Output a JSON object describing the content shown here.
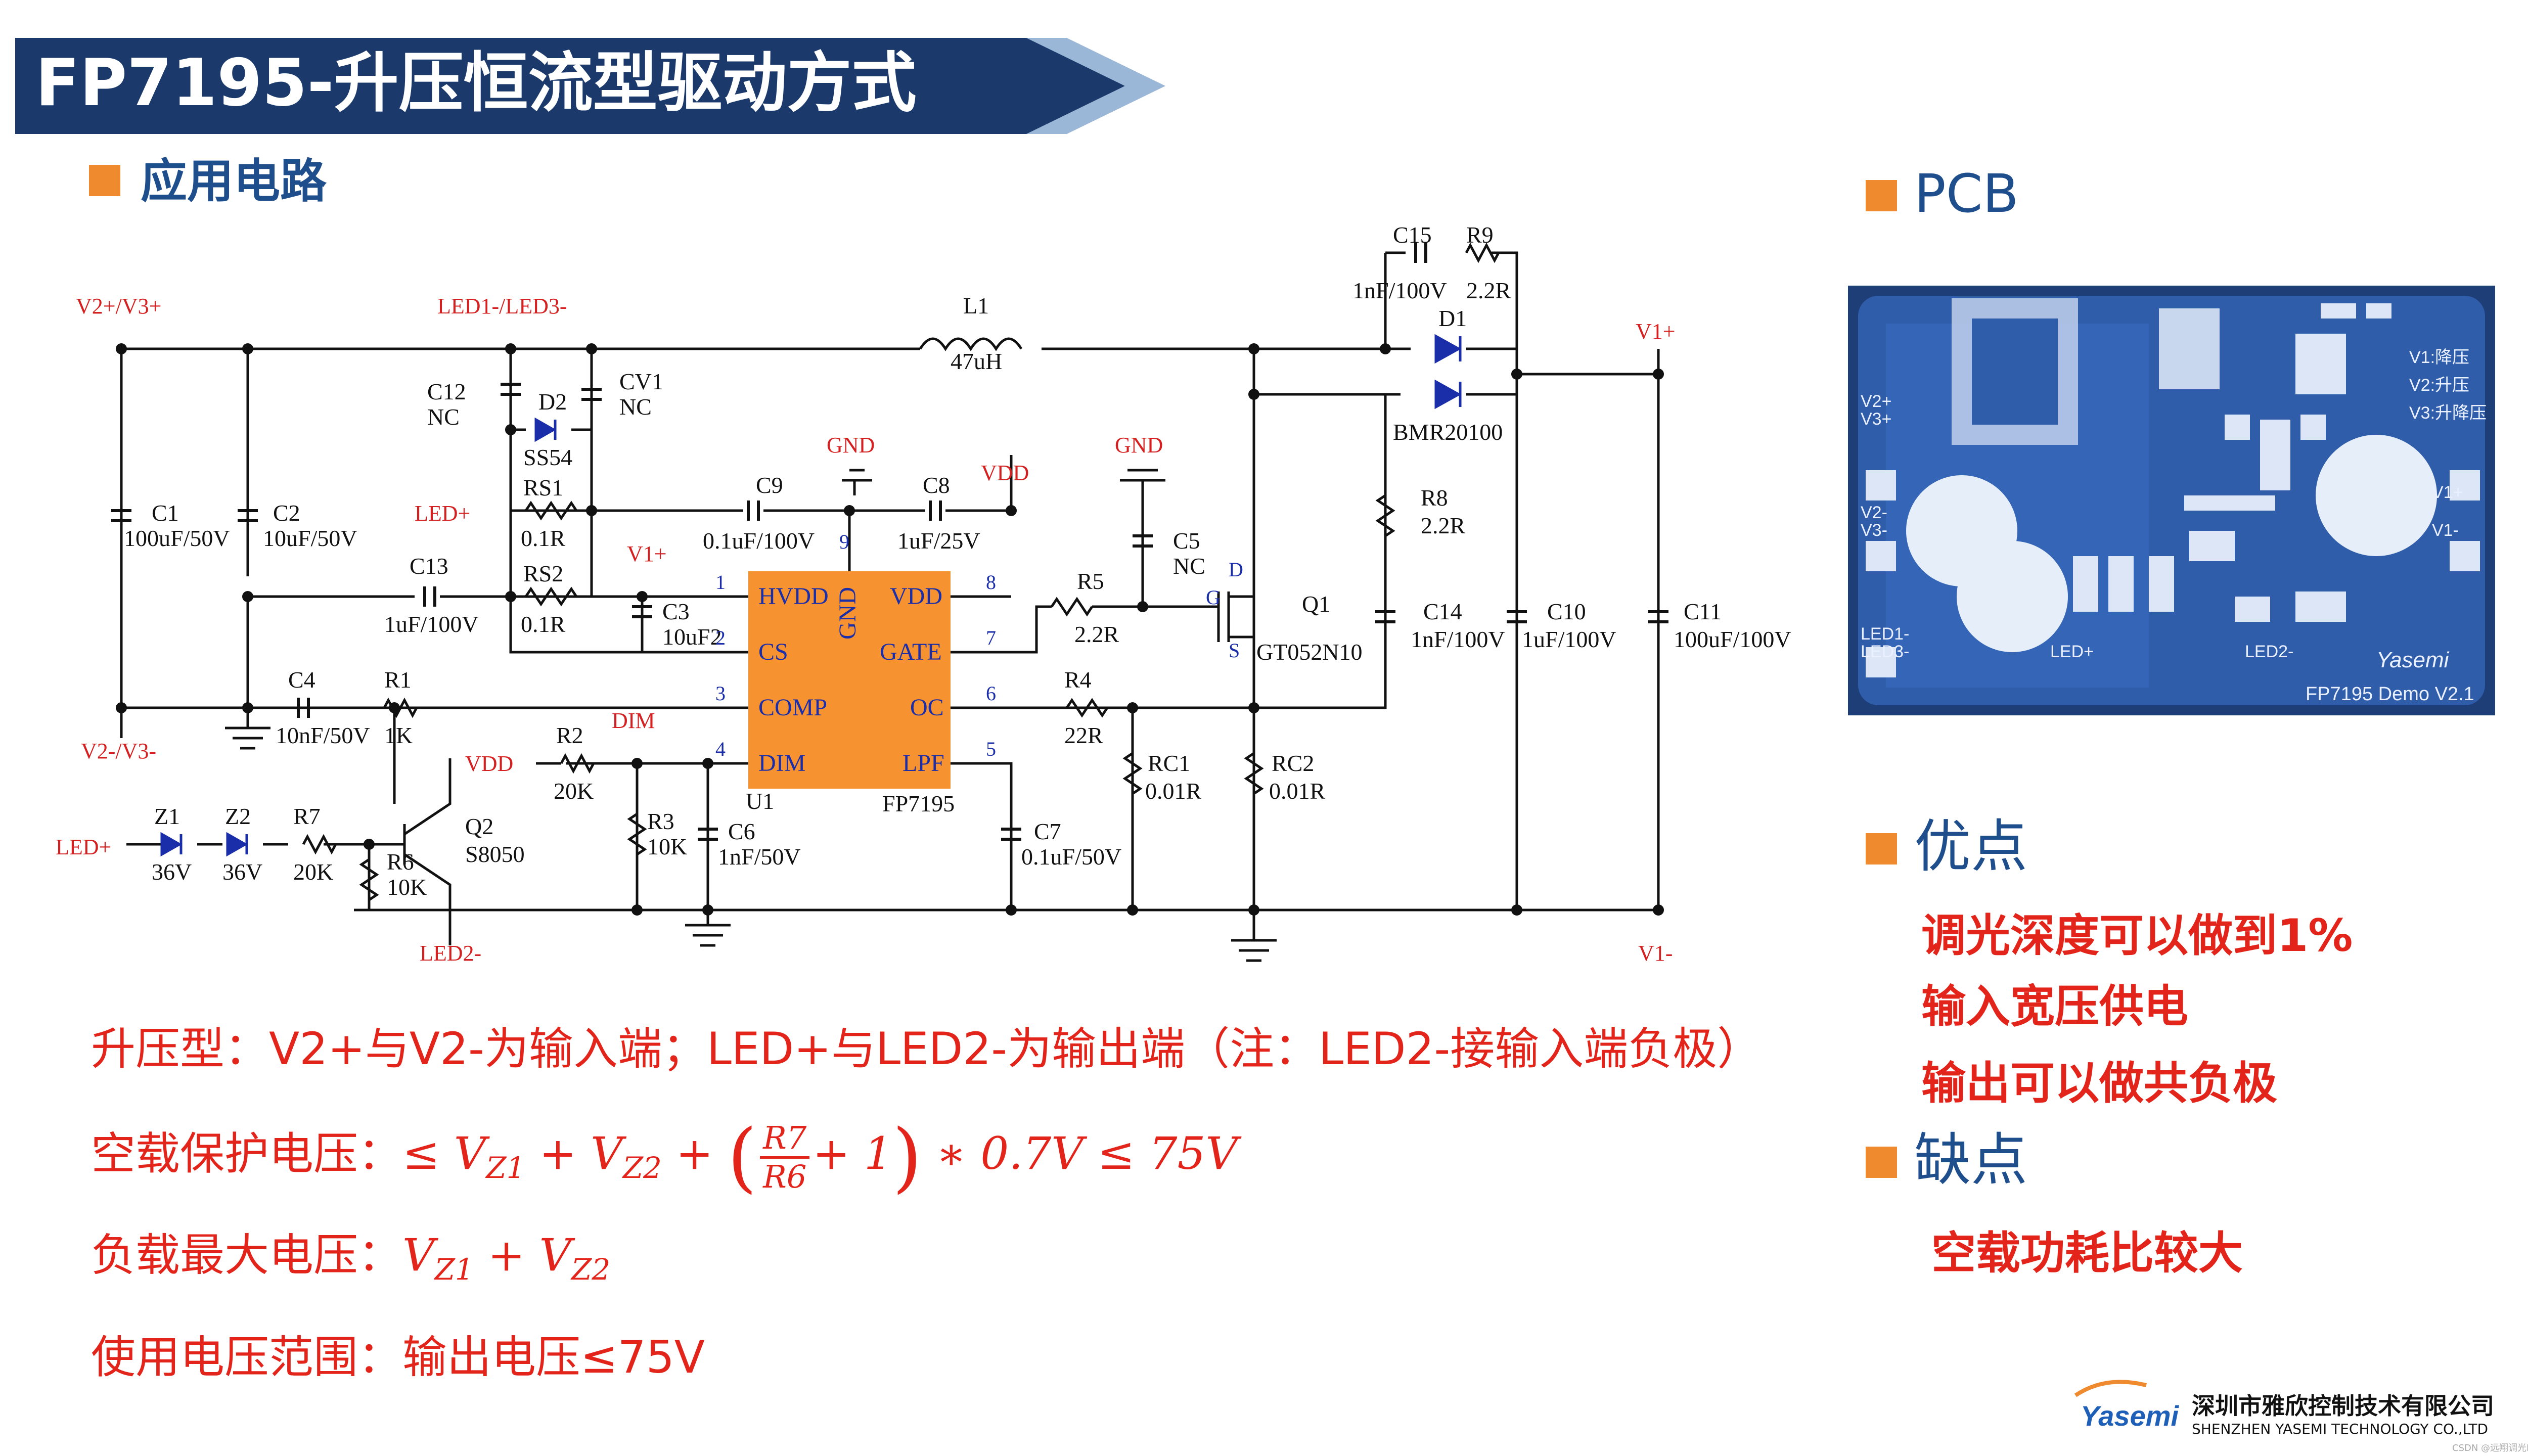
{
  "header": {
    "title": "FP7195-升压恒流型驱动方式"
  },
  "sections": {
    "circuit": "应用电路",
    "pcb": "PCB",
    "advantages": "优点",
    "disadvantages": "缺点"
  },
  "advantages": [
    "调光深度可以做到1%",
    "输入宽压供电",
    "输出可以做共负极"
  ],
  "disadvantages": [
    "空载功耗比较大"
  ],
  "notes": {
    "boost_type": "升压型：V2+与V2-为输入端；LED+与LED2-为输出端（注：LED2-接输入端负极）",
    "noload_label": "空载保护电压：",
    "noload_sym_le": "≤",
    "noload_vz1": "Z1",
    "noload_vz2": "Z2",
    "noload_num": "R7",
    "noload_den": "R6",
    "noload_tail": "+ 1",
    "noload_rest": "∗ 0.7V ≤ 75V",
    "maxload_label": "负载最大电压：",
    "range": "使用电压范围：输出电压≤75V"
  },
  "schematic": {
    "nets": {
      "v2p": "V2+/V3+",
      "v2m": "V2-/V3-",
      "led1": "LED1-/LED3-",
      "ledp": "LED+",
      "ledp2": "LED+",
      "led2m": "LED2-",
      "v1p": "V1+",
      "v1p2": "V1+",
      "v1m": "V1-",
      "vdd": "VDD",
      "vdd2": "VDD",
      "gnd": "GND",
      "dim": "DIM"
    },
    "components": {
      "c1": "C1",
      "c1v": "100uF/50V",
      "c2": "C2",
      "c2v": "10uF/50V",
      "c12": "C12",
      "c12v": "NC",
      "d2": "D2",
      "d2v": "SS54",
      "cv1": "CV1",
      "cv1v": "NC",
      "rs1": "RS1",
      "rs1v": "0.1R",
      "rs2": "RS2",
      "rs2v": "0.1R",
      "c13": "C13",
      "c13v": "1uF/100V",
      "c3": "C3",
      "c3v": "10uF2",
      "c4": "C4",
      "c4v": "10nF/50V",
      "r1": "R1",
      "r1v": "1K",
      "r2": "R2",
      "r2v": "20K",
      "r3": "R3",
      "r3v": "10K",
      "c6": "C6",
      "c6v": "1nF/50V",
      "c9": "C9",
      "c9v": "0.1uF/100V",
      "c8": "C8",
      "c8v": "1uF/25V",
      "l1": "L1",
      "l1v": "47uH",
      "c15": "C15",
      "r9": "R9",
      "c15v": "1nF/100V",
      "r9v": "2.2R",
      "d1": "D1",
      "d1v": "BMR20100",
      "r8": "R8",
      "r8v": "2.2R",
      "c5": "C5",
      "c5v": "NC",
      "r5": "R5",
      "r5v": "2.2R",
      "q1": "Q1",
      "q1v": "GT052N10",
      "r4": "R4",
      "r4v": "22R",
      "rc1": "RC1",
      "rc1v": "0.01R",
      "rc2": "RC2",
      "rc2v": "0.01R",
      "c7": "C7",
      "c7v": "0.1uF/50V",
      "c14": "C14",
      "c14v": "1nF/100V",
      "c10": "C10",
      "c10v": "1uF/100V",
      "c11": "C11",
      "c11v": "100uF/100V",
      "z1": "Z1",
      "z1v": "36V",
      "z2": "Z2",
      "z2v": "36V",
      "r7": "R7",
      "r7v": "20K",
      "r6": "R6",
      "r6v": "10K",
      "q2": "Q2",
      "q2v": "S8050"
    },
    "chip": {
      "name": "U1",
      "part": "FP7195",
      "left_pins": [
        "HVDD",
        "CS",
        "COMP",
        "DIM"
      ],
      "right_pins": [
        "VDD",
        "GATE",
        "OC",
        "LPF"
      ],
      "gnd_pin": "GND",
      "pin_numbers": [
        "1",
        "2",
        "3",
        "4",
        "5",
        "6",
        "7",
        "8",
        "9"
      ]
    },
    "q1_pins": [
      "D",
      "G",
      "S"
    ]
  },
  "pcb_board": {
    "labels": {
      "mode1": "V1:降压",
      "mode2": "V2:升压",
      "mode3": "V3:升降压",
      "v2v3p": "V2+",
      "v2v3p2": "V3+",
      "v2m": "V2-",
      "v3m": "V3-",
      "v1p": "V1+",
      "v1m": "V1-",
      "led1m": "LED1-",
      "led3m": "LED3-",
      "ledp": "LED+",
      "led2m": "LED2-",
      "brand": "Yasemi",
      "demo": "FP7195 Demo  V2.1"
    }
  },
  "footer": {
    "company_cn": "深圳市雅欣控制技术有限公司",
    "company_en": "SHENZHEN YASEMI TECHNOLOGY CO.,LTD",
    "logo": "Yasemi",
    "watermark": "CSDN @远翔调光IC雅欣芯小超"
  },
  "colors": {
    "header_navy": "#1B3A6B",
    "header_chevron": "#9AB7D8",
    "accent_orange": "#F08A2E",
    "heading_blue": "#1F4E8C",
    "red": "#E3241B",
    "chip_orange": "#F6922F",
    "pcb_blue": "#2F5DAA"
  }
}
